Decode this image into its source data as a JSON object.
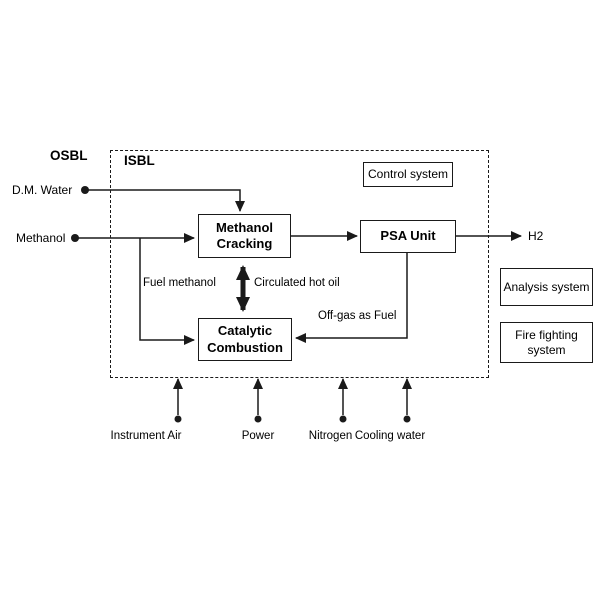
{
  "diagram": {
    "osbl_label": "OSBL",
    "isbl_label": "ISBL",
    "inputs": {
      "dm_water": "D.M. Water",
      "methanol": "Methanol"
    },
    "boxes": {
      "methanol_cracking": "Methanol Cracking",
      "psa_unit": "PSA Unit",
      "control_system": "Control system",
      "catalytic_combustion": "Catalytic Combustion",
      "analysis_system": "Analysis system",
      "fire_fighting_system": "Fire fighting system"
    },
    "stream_labels": {
      "fuel_methanol": "Fuel methanol",
      "circulated_hot_oil": "Circulated hot oil",
      "off_gas": "Off-gas as Fuel",
      "h2": "H2"
    },
    "utilities": [
      "Instrument Air",
      "Power",
      "Nitrogen",
      "Cooling water"
    ]
  }
}
